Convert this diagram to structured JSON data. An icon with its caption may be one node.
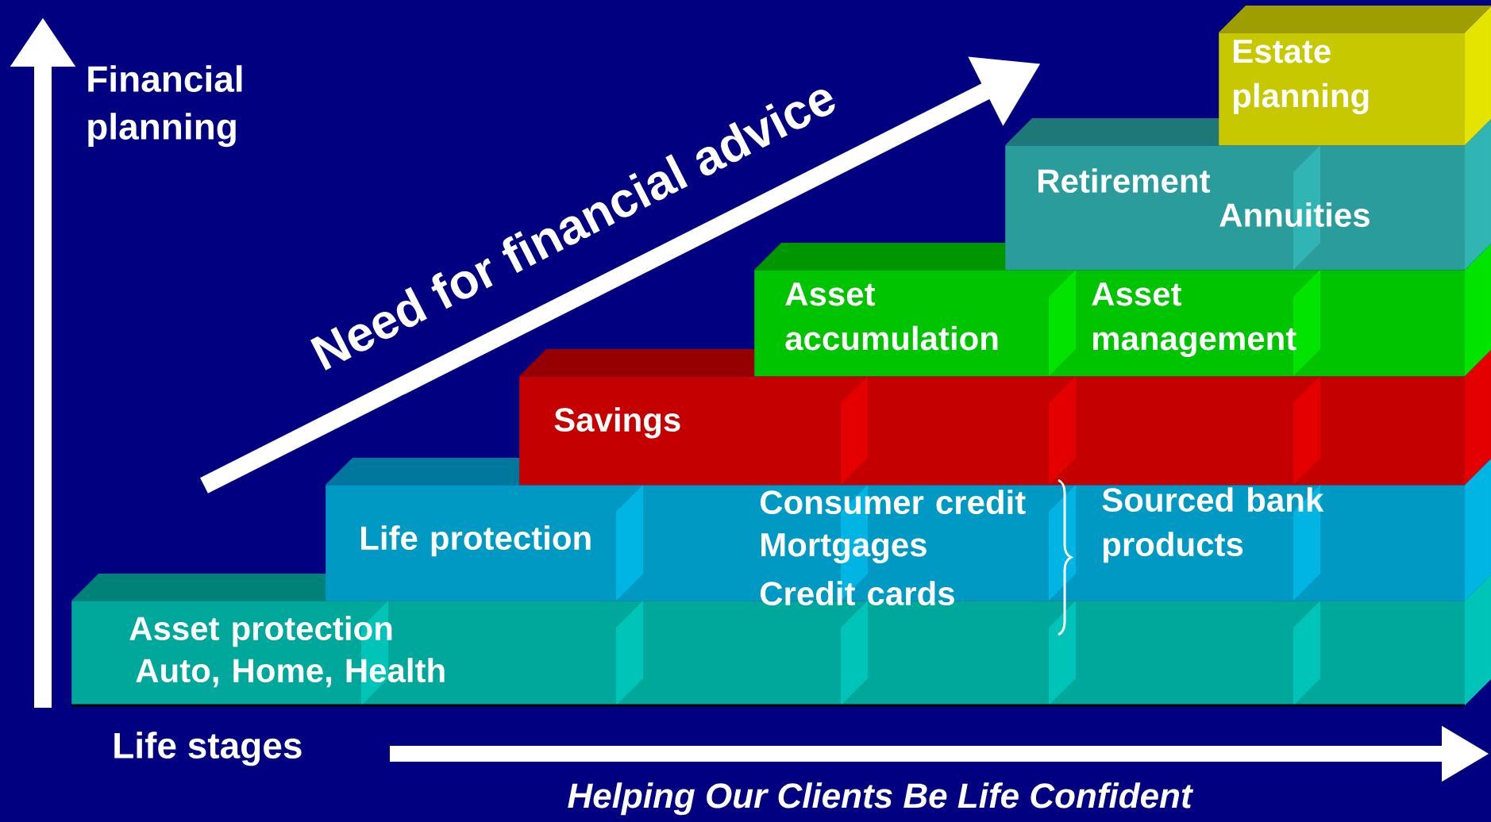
{
  "diagram": {
    "caption": "Helping Our Clients Be Life Confident",
    "nodes": [
      {
        "text": [
          "Estate planning"
        ]
      },
      {
        "text": [
          "Retirement",
          "Annuities"
        ]
      },
      {
        "text": [
          "Asset accumulation",
          "Asset management"
        ]
      },
      {
        "text": [
          "Savings"
        ]
      },
      {
        "text": [
          "Life protection",
          "Consumer credit",
          "Mortgages",
          "Credit cards",
          "Sourced bank products"
        ]
      },
      {
        "text": [
          "Asset protection",
          "Auto, Home, Health"
        ]
      }
    ],
    "labels": [
      "Financial planning",
      "Need for financial advice",
      "Life stages"
    ]
  }
}
